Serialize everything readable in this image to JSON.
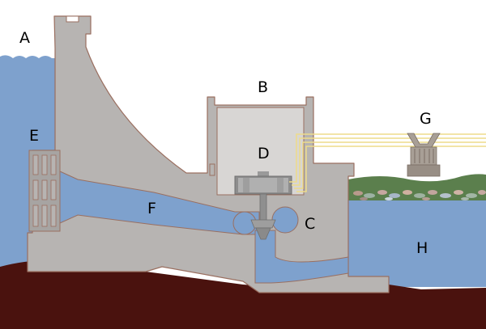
{
  "labels": {
    "a": "A",
    "b": "B",
    "c": "C",
    "d": "D",
    "e": "E",
    "f": "F",
    "g": "G",
    "h": "H"
  },
  "colors": {
    "water": "#7ea1cd",
    "concrete": "#b7b4b2",
    "concrete_outline": "#9a6f60",
    "powerhouse_interior": "#d8d6d4",
    "ground": "#4a120e",
    "grass": "#5b7f4d",
    "power_lines": "#eedc8a",
    "generator": "#9a9a9a",
    "transformer": "#a89f96"
  }
}
